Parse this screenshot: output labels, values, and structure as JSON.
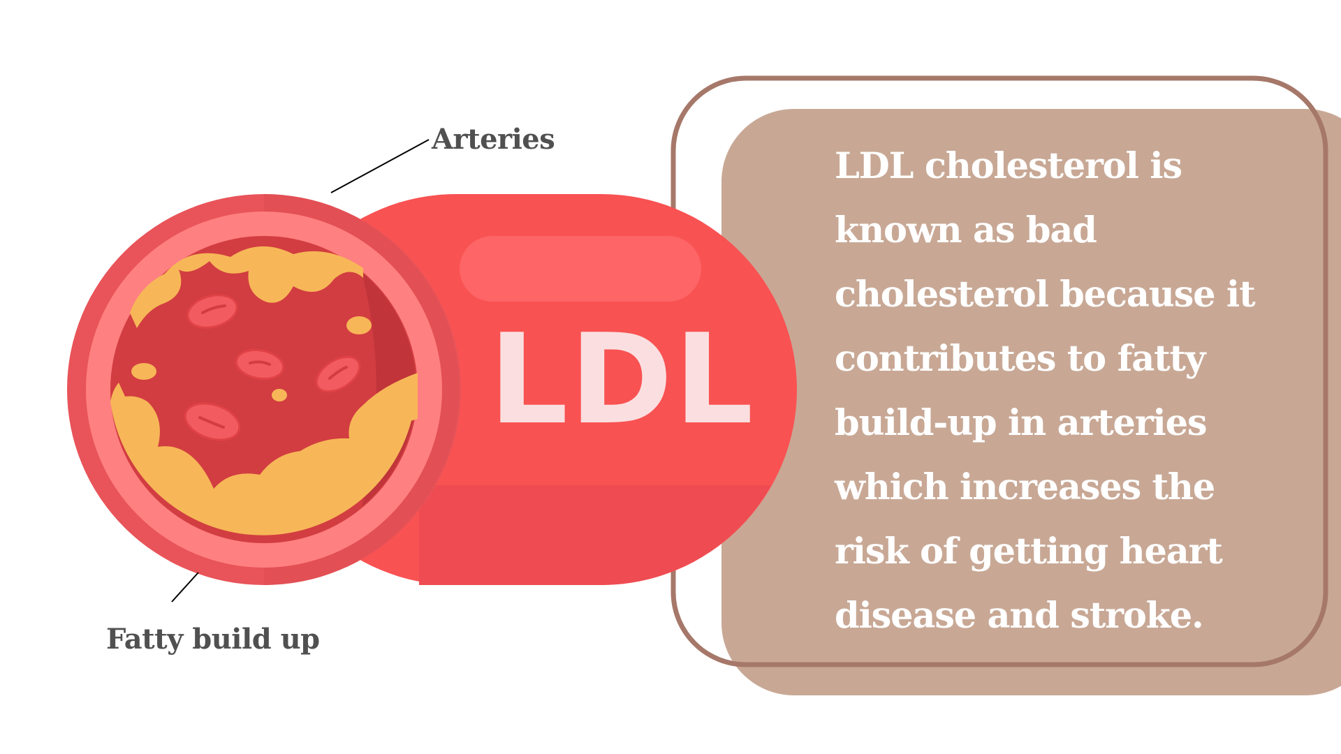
{
  "labels": {
    "arteries": "Arteries",
    "fatty_build_up": "Fatty build up"
  },
  "vessel_label": "LDL",
  "info_lines": [
    "LDL cholesterol is",
    "known as bad",
    "cholesterol because it",
    "contributes to fatty",
    "build-up in arteries",
    "which increases the",
    "risk of getting heart",
    "disease and stroke."
  ],
  "colors": {
    "background": "#ffffff",
    "vessel_red": "#f95252",
    "vessel_shadow": "#ee4c52",
    "outer_ring": "#e85459",
    "inner_ring": "#ff8080",
    "lumen_blood": "#d23d41",
    "fat_plaque": "#f7b758",
    "blood_cell": "#f25c60",
    "ldl_text": "#fbdfe0",
    "card_fill": "#c8a895",
    "card_outline": "#a6786a",
    "info_text": "#ffffff",
    "label_text": "#505050"
  }
}
